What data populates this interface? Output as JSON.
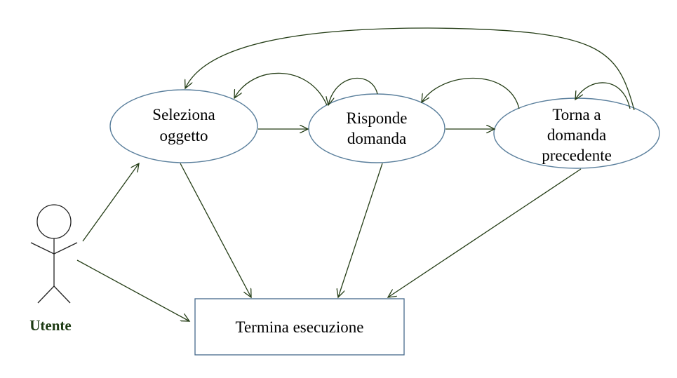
{
  "diagram": {
    "type": "use-case",
    "actor": {
      "label": "Utente"
    },
    "use_cases": {
      "seleziona": {
        "lines": [
          "Seleziona",
          "oggetto"
        ]
      },
      "risponde": {
        "lines": [
          "Risponde",
          "domanda"
        ]
      },
      "torna": {
        "lines": [
          "Torna a",
          "domanda",
          "precedente"
        ]
      }
    },
    "terminal": {
      "label": "Termina esecuzione"
    },
    "colors": {
      "node_stroke": "#5a7f9c",
      "arrow_stroke": "#243d16",
      "actor_stroke": "#222222",
      "actor_label": "#1c3a12",
      "box_stroke": "#46698c"
    }
  }
}
